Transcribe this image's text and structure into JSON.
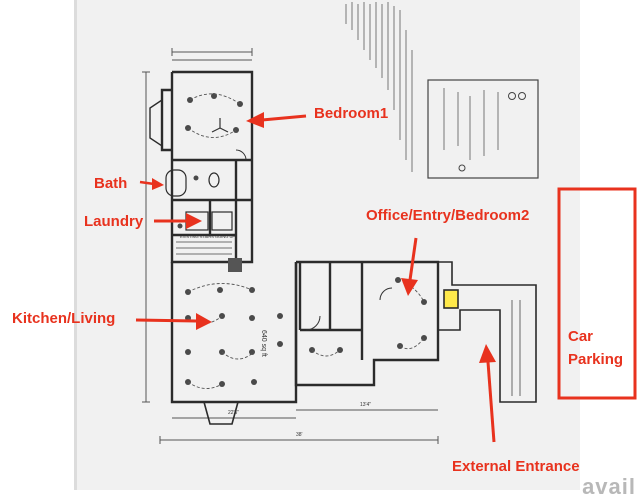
{
  "labels": {
    "bedroom1": "Bedroom1",
    "bath": "Bath",
    "laundry": "Laundry",
    "office": "Office/Entry/Bedroom2",
    "kitchen": "Kitchen/Living",
    "car_line1": "Car",
    "car_line2": "Parking",
    "external": "External Entrance"
  },
  "plan": {
    "area_text": "640 sq ft",
    "stairs_text": "EXISTING STAIRS GOING UP",
    "dim_bottom": "38'",
    "dim_mid": "22'5\"",
    "dim_small": "13'4\""
  },
  "watermark": "avail",
  "colors": {
    "annotation": "#e8321e",
    "ink": "#2b2b2b",
    "paper": "#f2f2f2",
    "background": "#ffffff"
  }
}
